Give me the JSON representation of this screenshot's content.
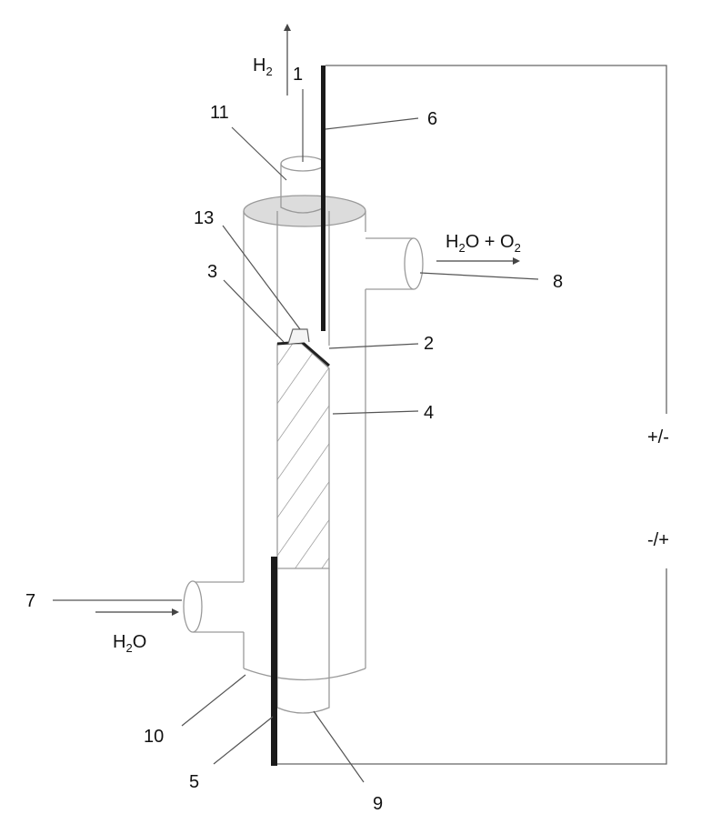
{
  "labels": {
    "l1": "1",
    "l2": "2",
    "l3": "3",
    "l4": "4",
    "l5": "5",
    "l6": "6",
    "l7": "7",
    "l8": "8",
    "l9": "9",
    "l10": "10",
    "l11": "11",
    "l13": "13"
  },
  "chem": {
    "h2": "H",
    "h2_sub": "2",
    "water_in_h": "H",
    "water_in_sub": "2",
    "water_in_o": "O",
    "out_h": "H",
    "out_sub1": "2",
    "out_mid": "O + O",
    "out_sub2": "2"
  },
  "polarity": {
    "top": "+/-",
    "bottom": "-/+"
  }
}
